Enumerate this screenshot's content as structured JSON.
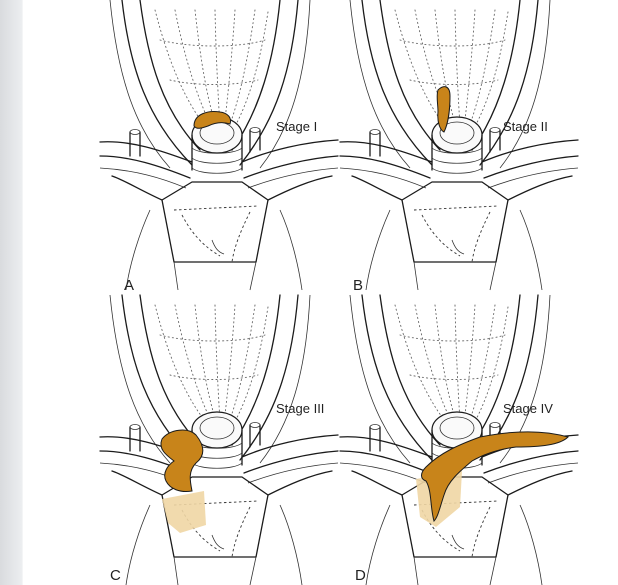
{
  "panels": [
    {
      "letter": "A",
      "stage": "Stage I"
    },
    {
      "letter": "B",
      "stage": "Stage II"
    },
    {
      "letter": "C",
      "stage": "Stage III"
    },
    {
      "letter": "D",
      "stage": "Stage IV"
    }
  ],
  "colors": {
    "lesion": "#c8841a",
    "lesion_light": "#f0d6a4",
    "ink": "#1b1b1b",
    "background": "#ffffff"
  }
}
